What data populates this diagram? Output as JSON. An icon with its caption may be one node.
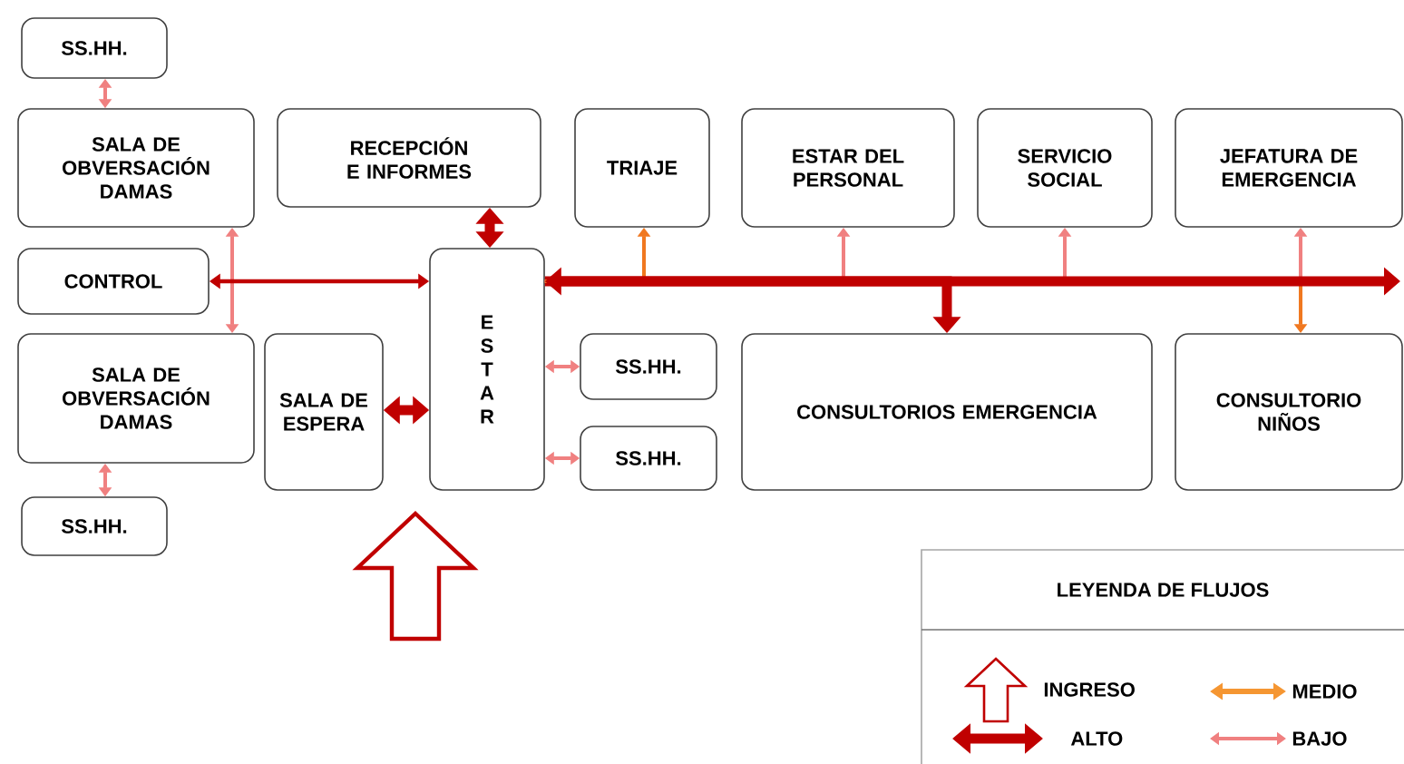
{
  "diagram": {
    "nodes": [
      {
        "text": [
          "SS.HH."
        ]
      },
      {
        "text": [
          "SALA DE OBVERSACIÓN DAMAS"
        ]
      },
      {
        "text": [
          "RECEPCIÓN E INFORMES"
        ]
      },
      {
        "text": [
          "TRIAJE"
        ]
      },
      {
        "text": [
          "ESTAR DEL PERSONAL"
        ]
      },
      {
        "text": [
          "SERVICIO SOCIAL"
        ]
      },
      {
        "text": [
          "JEFATURA DE EMERGENCIA"
        ]
      },
      {
        "text": [
          "CONTROL"
        ]
      },
      {
        "text": [
          "E S T A R"
        ]
      },
      {
        "text": [
          "SALA DE OBVERSACIÓN DAMAS"
        ]
      },
      {
        "text": [
          "SALA DE ESPERA"
        ]
      },
      {
        "text": [
          "SS.HH."
        ]
      },
      {
        "text": [
          "SS.HH."
        ]
      },
      {
        "text": [
          "CONSULTORIOS EMERGENCIA"
        ]
      },
      {
        "text": [
          "CONSULTORIO NIÑOS"
        ]
      },
      {
        "text": [
          "SS.HH."
        ]
      }
    ],
    "edges": [
      {
        "from": 0,
        "to": 1,
        "arrow": "both"
      },
      {
        "from": 1,
        "to": 9,
        "arrow": "both"
      },
      {
        "from": 9,
        "to": 15,
        "arrow": "both"
      },
      {
        "from": 7,
        "to": 8,
        "arrow": "both",
        "color": "#c00000"
      },
      {
        "from": 2,
        "to": 8,
        "arrow": "both",
        "style": "thick",
        "color": "#c00000"
      },
      {
        "from": 10,
        "to": 8,
        "arrow": "both",
        "style": "thick",
        "color": "#c00000"
      },
      {
        "from": 8,
        "to": 11,
        "arrow": "both"
      },
      {
        "from": 8,
        "to": 12,
        "arrow": "both"
      },
      {
        "from": 8,
        "to": 3,
        "arrow": "to",
        "color": "#f07820"
      },
      {
        "from": 8,
        "to": 4,
        "arrow": "to"
      },
      {
        "from": 8,
        "to": 5,
        "arrow": "to"
      },
      {
        "from": 8,
        "to": 13,
        "arrow": "to",
        "style": "thick",
        "color": "#c00000"
      },
      {
        "from": 8,
        "to": 6,
        "arrow": "to"
      },
      {
        "from": 8,
        "to": 14,
        "arrow": "to",
        "color": "#f07820"
      },
      {
        "from": 8,
        "to": null,
        "arrow": "both",
        "style": "thick",
        "color": "#c00000"
      }
    ],
    "labels": [
      "LEYENDA DE FLUJOS"
    ],
    "legend": [
      {
        "text": "INGRESO"
      },
      {
        "text": "MEDIO"
      },
      {
        "text": "ALTO"
      },
      {
        "text": "BAJO"
      }
    ]
  }
}
